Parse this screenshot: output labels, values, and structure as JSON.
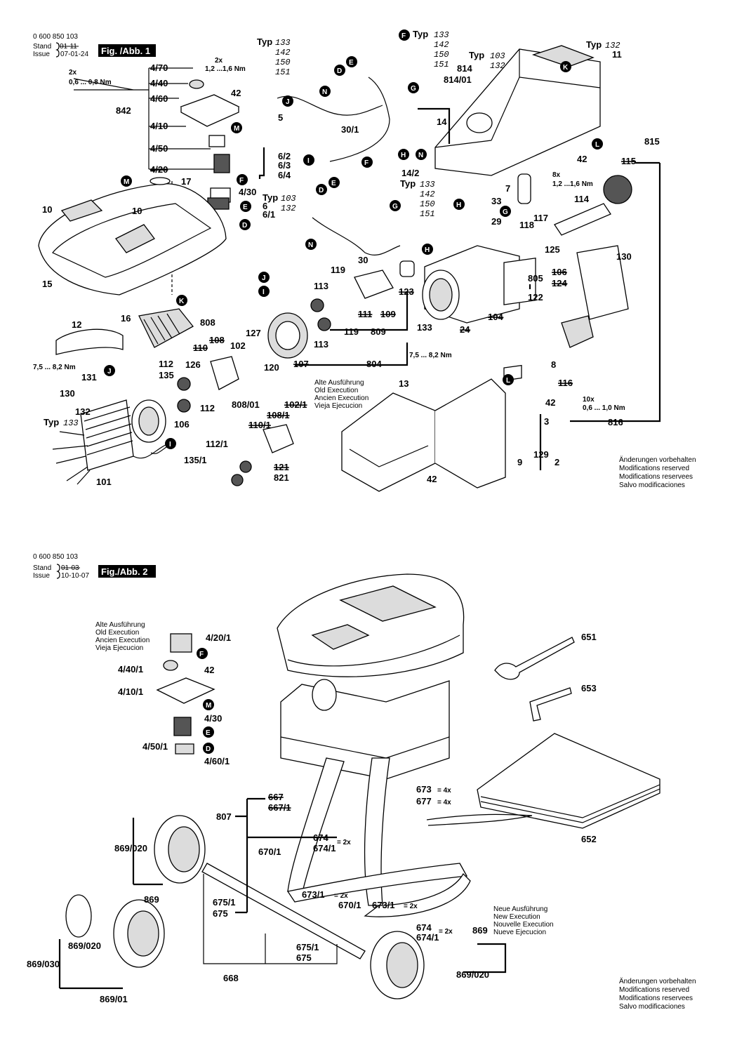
{
  "fig1": {
    "doc_number": "0 600 850 103",
    "stand_label": "Stand",
    "issue_label": "Issue",
    "stand_date": "01-11",
    "issue_date": "07-01-24",
    "fig_label": "Fig. /Abb. 1",
    "parts": {
      "p4_70": "4/70",
      "p4_40": "4/40",
      "p4_60": "4/60",
      "p4_10": "4/10",
      "p4_50": "4/50",
      "p4_20": "4/20",
      "p842": "842",
      "p4_30": "4/30",
      "p17": "17",
      "p10a": "10",
      "p10b": "10",
      "p15": "15",
      "p16": "16",
      "p12": "12",
      "p42a": "42",
      "p42b": "42",
      "p42c": "42",
      "p42d": "42",
      "p5": "5",
      "p6_2": "6/2",
      "p6_3": "6/3",
      "p6_4": "6/4",
      "p30_1": "30/1",
      "p30": "30",
      "p6": "6",
      "p6_1": "6/1",
      "p814": "814",
      "p814_01": "814/01",
      "p14": "14",
      "p14_2": "14/2",
      "p11": "11",
      "p815": "815",
      "p115": "115",
      "p7": "7",
      "p33": "33",
      "p29": "29",
      "p114": "114",
      "p117": "117",
      "p118": "118",
      "p125": "125",
      "p130a": "130",
      "p130b": "130",
      "p805": "805",
      "p106a": "106",
      "p124": "124",
      "p122": "122",
      "p119a": "119",
      "p119b": "119",
      "p113a": "113",
      "p113b": "113",
      "p123": "123",
      "p111": "111",
      "p109": "109",
      "p809": "809",
      "p133": "133",
      "p24": "24",
      "p104": "104",
      "p808": "808",
      "p110": "110",
      "p108": "108",
      "p102": "102",
      "p127": "127",
      "p120": "120",
      "p107": "107",
      "p804": "804",
      "p112a": "112",
      "p126": "126",
      "p135": "135",
      "p112b": "112",
      "p106b": "106",
      "p131": "131",
      "p132": "132",
      "p101": "101",
      "p808_01": "808/01",
      "p102_1": "102/1",
      "p108_1": "108/1",
      "p110_1": "110/1",
      "p112_1": "112/1",
      "p135_1": "135/1",
      "p121": "121",
      "p821": "821",
      "p13": "13",
      "p8": "8",
      "p116": "116",
      "p3": "3",
      "p129": "129",
      "p2": "2",
      "p9": "9",
      "p816": "816"
    },
    "torques": {
      "t1": "2x",
      "t1b": "1,2 ...1,6 Nm",
      "t2": "2x",
      "t2b": "0,6 ... 0,8 Nm",
      "t3": "8x",
      "t3b": "1,2 ...1,6 Nm",
      "t4": "7,5 ... 8,2 Nm",
      "t5": "7,5 ... 8,2 Nm",
      "t6": "10x",
      "t6b": "0,6 ... 1,0 Nm"
    },
    "typ": {
      "label": "Typ",
      "a": [
        "133",
        "142",
        "150",
        "151"
      ],
      "b": [
        "133",
        "142",
        "150",
        "151"
      ],
      "c": [
        "103",
        "132"
      ],
      "d": "132",
      "e": [
        "133",
        "142",
        "150",
        "151"
      ],
      "f": [
        "103",
        "132"
      ],
      "g": "133"
    },
    "old_execution": [
      "Alte Ausführung",
      "Old Execution",
      "Ancien Execution",
      "Vieja Ejecucion"
    ],
    "reserved": [
      "Änderungen vorbehalten",
      "Modifications reserved",
      "Modifications reservees",
      "Salvo modificaciones"
    ]
  },
  "fig2": {
    "doc_number": "0 600 850 103",
    "stand_label": "Stand",
    "issue_label": "Issue",
    "stand_date": "01-03",
    "issue_date": "10-10-07",
    "fig_label": "Fig./Abb. 2",
    "parts": {
      "p4_20_1": "4/20/1",
      "p42": "42",
      "p4_40_1": "4/40/1",
      "p4_10_1": "4/10/1",
      "p4_30": "4/30",
      "p4_50_1": "4/50/1",
      "p4_60_1": "4/60/1",
      "p651": "651",
      "p653": "653",
      "p673": "673",
      "p677": "677",
      "p667": "667",
      "p667_1": "667/1",
      "p807": "807",
      "p674a": "674",
      "p674_1a": "674/1",
      "p670_1a": "670/1",
      "p673_1a": "673/1",
      "p675_1a": "675/1",
      "p675a": "675",
      "p869_020a": "869/020",
      "p869a": "869",
      "p869_020b": "869/020",
      "p869_030": "869/030",
      "p869_01": "869/01",
      "p668": "668",
      "p670_1b": "670/1",
      "p673_1b": "673/1",
      "p674b": "674",
      "p674_1b": "674/1",
      "p675_1b": "675/1",
      "p675b": "675",
      "p869b": "869",
      "p869_020c": "869/020",
      "p652": "652"
    },
    "qty": {
      "q4x_a": "= 4x",
      "q4x_b": "= 4x",
      "q2x_a": "= 2x",
      "q2x_b": "= 2x",
      "q2x_c": "= 2x",
      "q2x_d": "= 2x"
    },
    "old_execution": [
      "Alte Ausführung",
      "Old Execution",
      "Ancien Execution",
      "Vieja Ejecucion"
    ],
    "new_execution": [
      "Neue Ausführung",
      "New Execution",
      "Nouvelle Execution",
      "Nueve Ejecucion"
    ],
    "reserved": [
      "Änderungen vorbehalten",
      "Modifications reserved",
      "Modifications reservees",
      "Salvo modificaciones"
    ]
  },
  "bubbles": [
    "D",
    "E",
    "F",
    "G",
    "H",
    "I",
    "J",
    "K",
    "L",
    "M",
    "N"
  ]
}
